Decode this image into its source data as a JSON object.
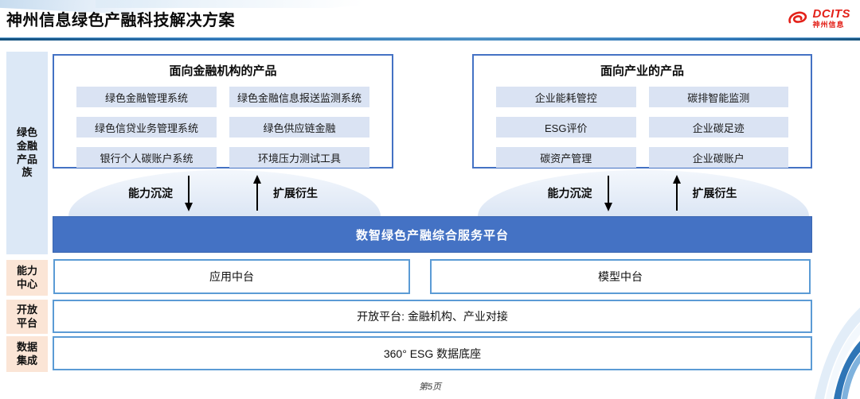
{
  "slide": {
    "title": "神州信息绿色产融科技解决方案",
    "page_number": "第5页"
  },
  "logo": {
    "brand": "DCITS",
    "company": "神州信息",
    "color": "#E32119"
  },
  "rail": {
    "product_family": "绿色金融产品族",
    "capability_center": "能力中心",
    "open_platform": "开放平台",
    "data_integration": "数据集成"
  },
  "finance_box": {
    "title": "面向金融机构的产品",
    "items": [
      "绿色金融管理系统",
      "绿色金融信息报送监测系统",
      "绿色信贷业务管理系统",
      "绿色供应链金融",
      "银行个人碳账户系统",
      "环境压力测试工具"
    ]
  },
  "industry_box": {
    "title": "面向产业的产品",
    "items": [
      "企业能耗管控",
      "碳排智能监测",
      "ESG评价",
      "企业碳足迹",
      "碳资产管理",
      "企业碳账户"
    ]
  },
  "arrows": {
    "down_label": "能力沉淀",
    "up_label": "扩展衍生"
  },
  "platform_bar": {
    "label": "数智绿色产融综合服务平台"
  },
  "middle_row": {
    "left": "应用中台",
    "right": "模型中台"
  },
  "open_row": {
    "label": "开放平台: 金融机构、产业对接"
  },
  "data_row": {
    "label": "360° ESG 数据底座"
  },
  "colors": {
    "accent_blue": "#4472C4",
    "border_blue": "#5B9BD5",
    "item_blue": "#DAE3F3",
    "rail_blue": "#DCE8F6",
    "rail_peach": "#FBE5D6",
    "logo_red": "#E32119"
  }
}
